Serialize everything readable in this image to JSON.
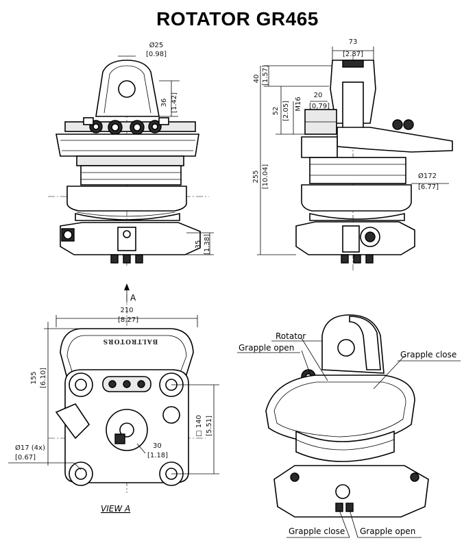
{
  "title": "ROTATOR  GR465",
  "front_view": {
    "dia_pin": "Ø25",
    "dia_pin_in": "[0.98]",
    "pin_height": "36",
    "pin_height_in": "[1.42]",
    "base_height": "35",
    "base_height_in": "[1.38]"
  },
  "side_view": {
    "width_top": "73",
    "width_top_in": "[2.87]",
    "top_h": "40",
    "top_h_in": "[1.57]",
    "port_h": "52",
    "port_h_in": "[2.05]",
    "thread": "M16",
    "port_w": "20",
    "port_w_in": "[0,79]",
    "total_h": "255",
    "total_h_in": "[10.04]",
    "dia_body": "Ø172",
    "dia_body_in": "[6.77]"
  },
  "bottom_view": {
    "arrow_label": "A",
    "width": "210",
    "width_in": "[8.27]",
    "depth": "155",
    "depth_in": "[6.10]",
    "bolt_square": "□ 140",
    "bolt_square_in": "[5.51]",
    "offset": "30",
    "offset_in": "[1.18]",
    "hole_dia": "Ø17  (4x)",
    "hole_dia_in": "[0.67]",
    "brand_text": "BALTROTORS",
    "view_caption": "VIEW A"
  },
  "iso_view": {
    "label_rotator": "Rotator",
    "label_grapple_open_top": "Grapple open",
    "label_grapple_close_top": "Grapple close",
    "label_grapple_close_bottom": "Grapple close",
    "label_grapple_open_bottom": "Grapple open"
  }
}
